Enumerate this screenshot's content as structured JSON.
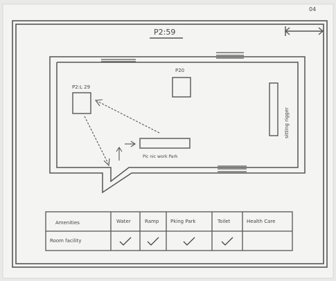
{
  "page": {
    "corner_mark": "04",
    "title": "P2:59",
    "arrow_icon": "double-arrow-icon"
  },
  "labels": {
    "upper_left_box": "P2:L 29",
    "center_box": "P20",
    "right_bench": "sitting rigger",
    "table_label": "Pic nic work Park"
  },
  "amenities_table": {
    "row_header_1": "Amenities",
    "row_header_2": "Room facility",
    "columns": [
      "Water",
      "Ramp",
      "Pking Park",
      "Toilet",
      "Health Care"
    ],
    "checked": [
      true,
      true,
      true,
      true,
      false
    ],
    "check_icon": "checkmark-icon"
  },
  "colors": {
    "paper": "#f4f4f2",
    "ink": "#444444"
  }
}
